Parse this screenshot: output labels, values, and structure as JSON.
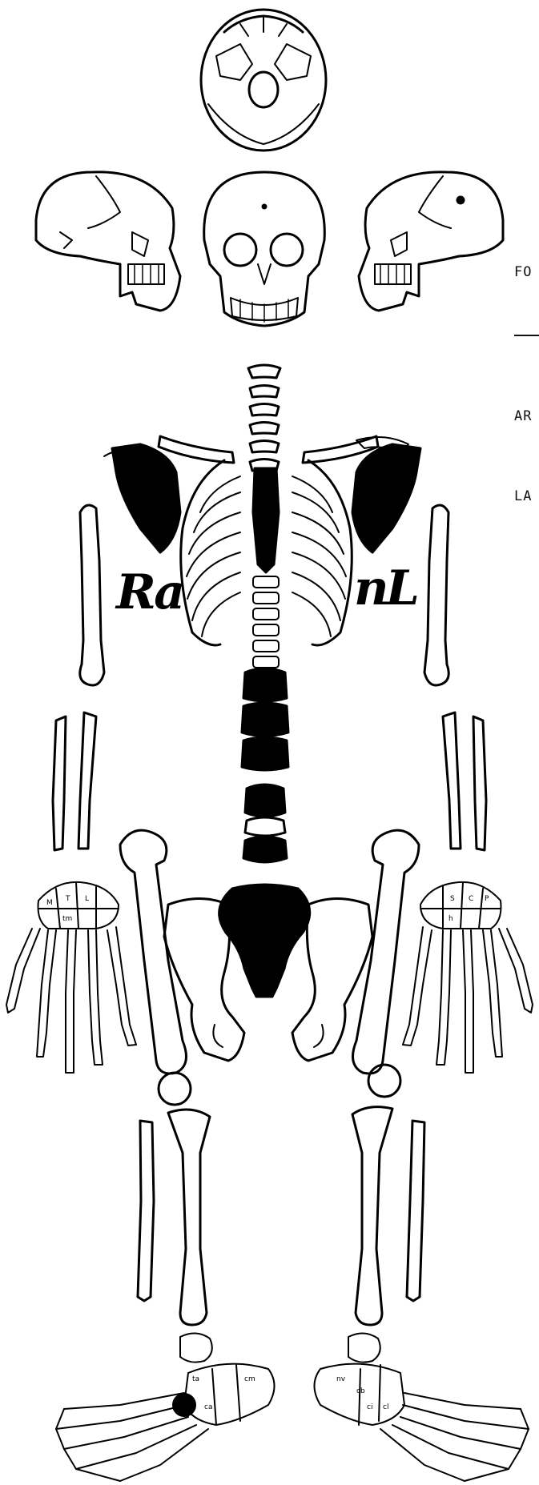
{
  "figure": {
    "right_margin_labels": [
      "FO",
      "AR",
      "LA"
    ],
    "handwritten_labels": {
      "right": "Ra",
      "left": "nL"
    },
    "carpal_bone_letters": [
      "M",
      "T",
      "L",
      "h",
      "C",
      "S",
      "P",
      "tm"
    ],
    "tarsal_bone_letters": [
      "cm",
      "ci",
      "cl",
      "cb",
      "ca",
      "nv",
      "ta"
    ],
    "ink_color": "#000000",
    "background_color": "#ffffff"
  }
}
